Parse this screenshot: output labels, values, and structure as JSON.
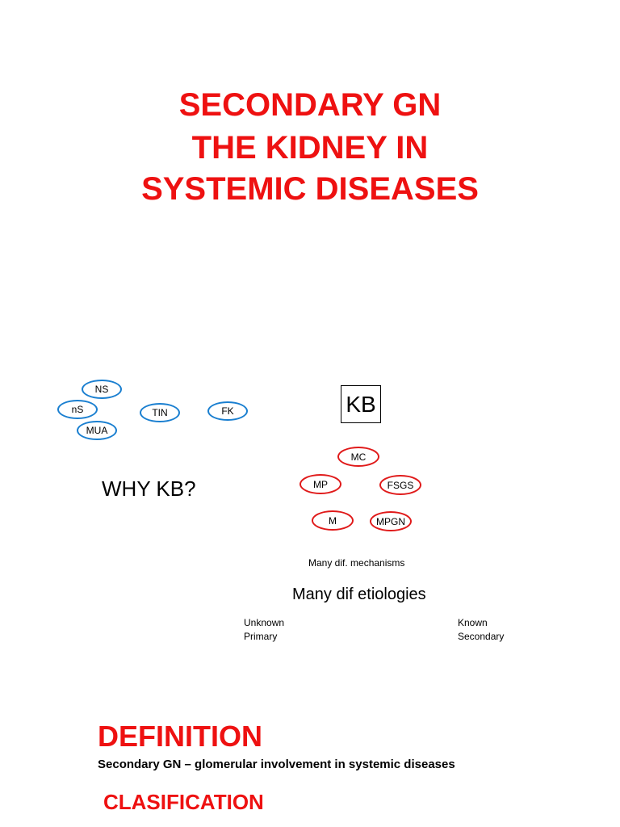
{
  "title_lines": [
    "SECONDARY GN",
    "THE KIDNEY IN",
    "SYSTEMIC DISEASES"
  ],
  "blue_ovals": [
    "NS",
    "nS",
    "MUA",
    "TIN",
    "FK"
  ],
  "kb_box_label": "KB",
  "why_label": "WHY KB?",
  "red_ovals": [
    "MC",
    "MP",
    "FSGS",
    "M",
    "MPGN"
  ],
  "mechanisms_label": "Many dif. mechanisms",
  "etiologies_label": "Many dif etiologies",
  "left_col": [
    "Unknown",
    "Primary"
  ],
  "right_col": [
    "Known",
    "Secondary"
  ],
  "definition": {
    "heading": "DEFINITION",
    "text": "Secondary GN – glomerular involvement in systemic diseases"
  },
  "classification_heading": "CLASIFICATION",
  "colors": {
    "accent_red": "#ee1111",
    "oval_blue": "#1a7fd0",
    "oval_red": "#e01a1a"
  }
}
